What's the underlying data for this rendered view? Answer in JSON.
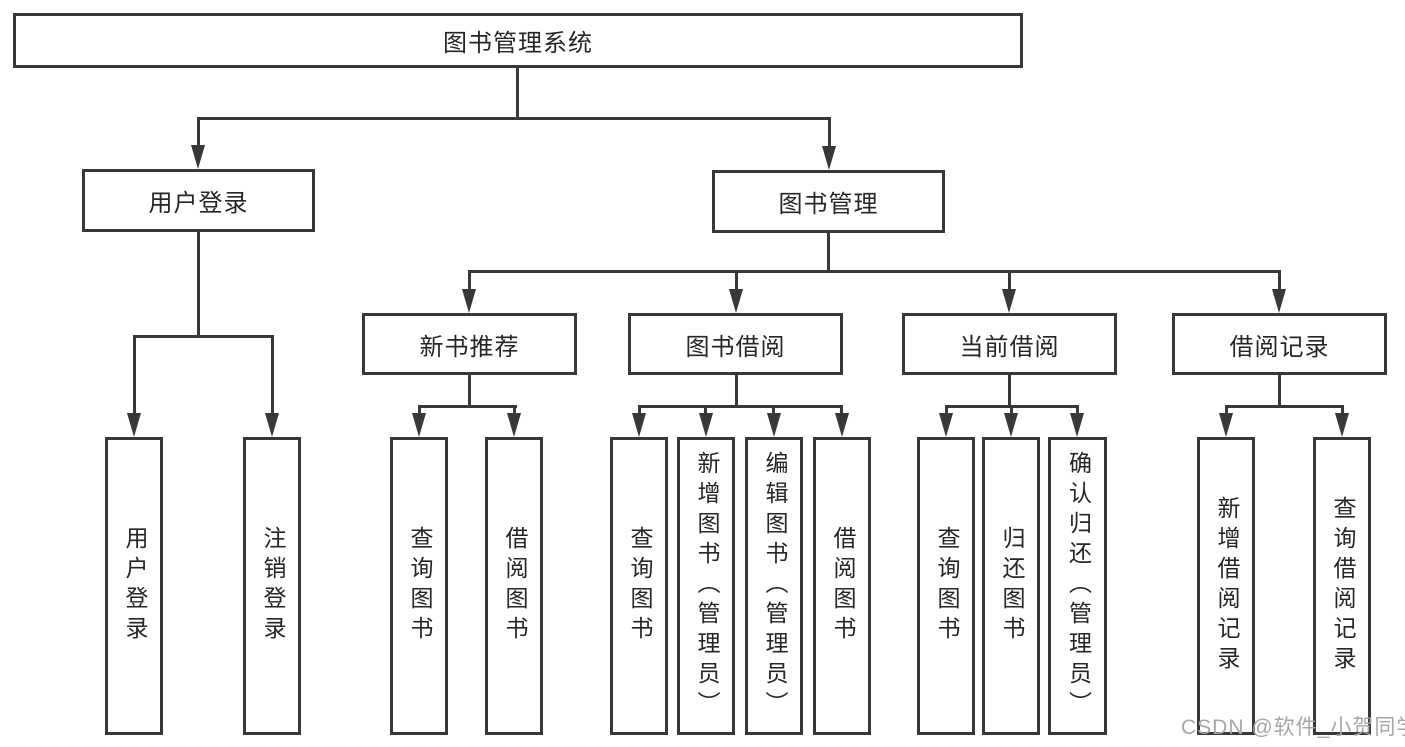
{
  "diagram": {
    "type": "hierarchical-function-tree",
    "watermark": "CSDN @软件_小贺同学",
    "nodes": {
      "root": "图书管理系统",
      "user_login": "用户登录",
      "book_mgmt": "图书管理",
      "new_book_rec": "新书推荐",
      "book_borrow": "图书借阅",
      "current_borrow": "当前借阅",
      "borrow_record": "借阅记录",
      "leaf_login": "用户登录",
      "leaf_logout": "注销登录",
      "rec_query_book": "查询图书",
      "rec_borrow_book": "借阅图书",
      "bor_query_book": "查询图书",
      "bor_add_book": "新增图书（管理员）",
      "bor_edit_book": "编辑图书（管理员）",
      "bor_borrow_book": "借阅图书",
      "cur_query_book": "查询图书",
      "cur_return_book": "归还图书",
      "cur_confirm_return": "确认归还（管理员）",
      "log_add_record": "新增借阅记录",
      "log_query_record": "查询借阅记录"
    },
    "hierarchy": {
      "图书管理系统": {
        "用户登录": [
          "用户登录",
          "注销登录"
        ],
        "图书管理": {
          "新书推荐": [
            "查询图书",
            "借阅图书"
          ],
          "图书借阅": [
            "查询图书",
            "新增图书（管理员）",
            "编辑图书（管理员）",
            "借阅图书"
          ],
          "当前借阅": [
            "查询图书",
            "归还图书",
            "确认归还（管理员）"
          ],
          "借阅记录": [
            "新增借阅记录",
            "查询借阅记录"
          ]
        }
      }
    },
    "colors": {
      "line": "#383838",
      "text": "#262626",
      "watermark": "#a7a7a7",
      "background": "#ffffff"
    }
  }
}
